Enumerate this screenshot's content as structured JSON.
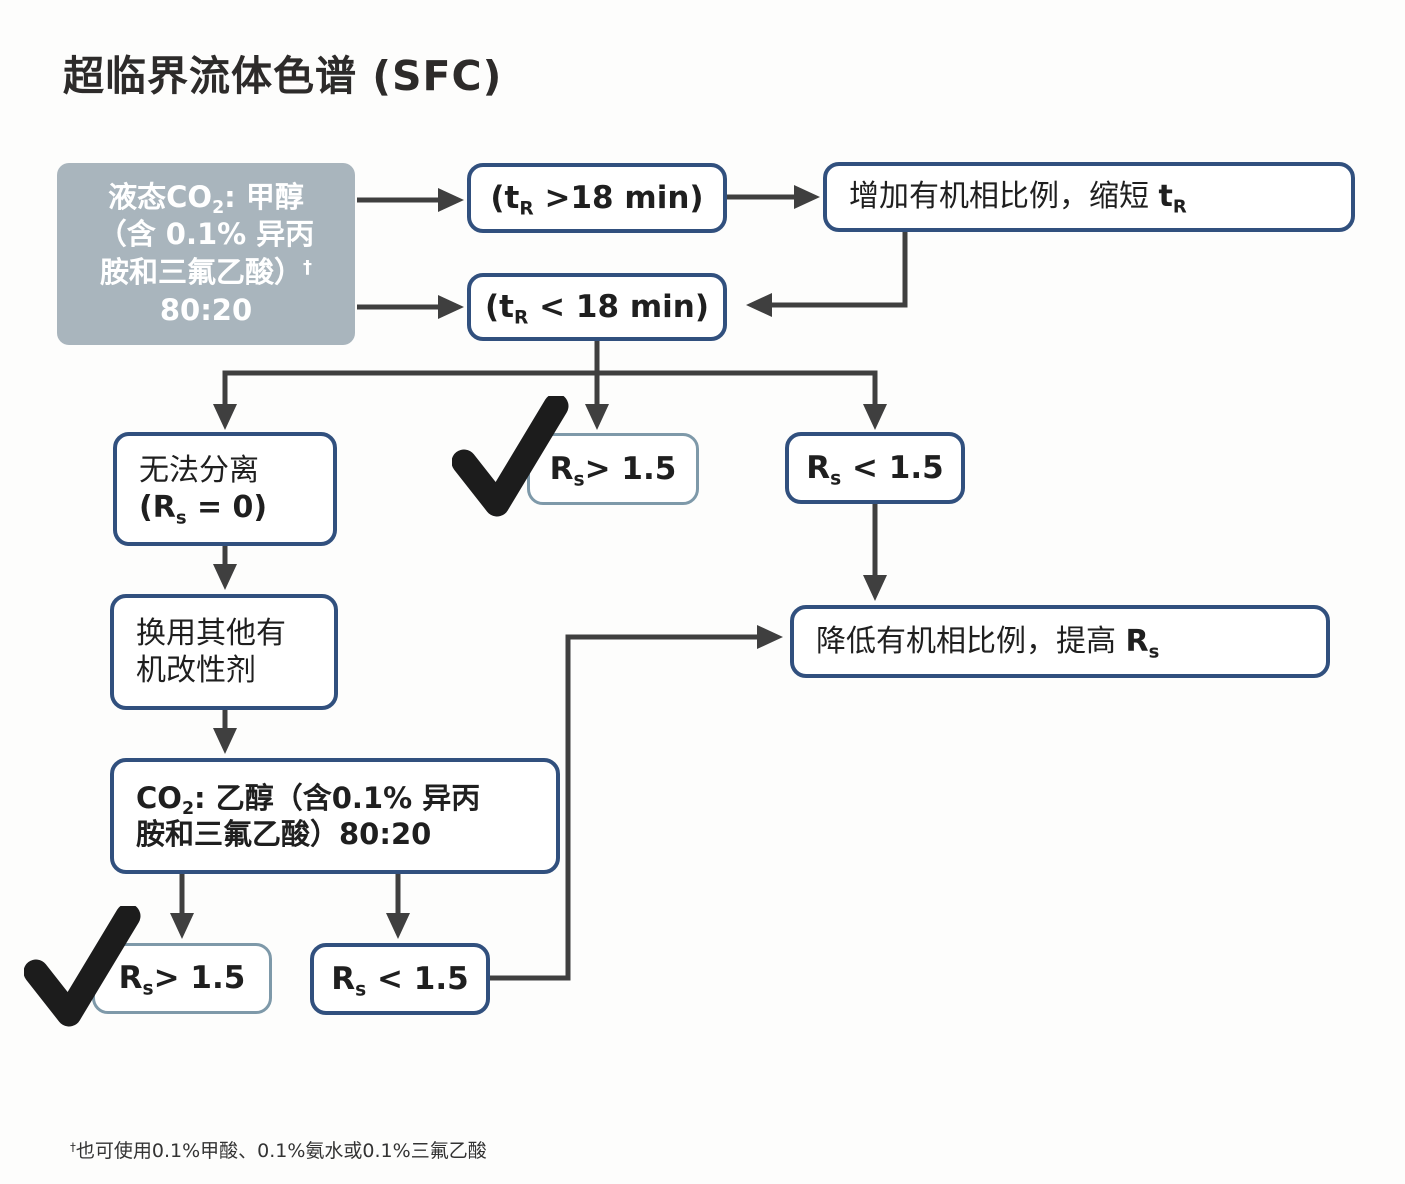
{
  "title": "超临界流体色谱 (SFC)",
  "colors": {
    "border_dark": "#31507e",
    "border_light": "#7e99a9",
    "start_fill": "#a9b5bd",
    "arrow": "#3f3f3f",
    "check": "#1c1c1c"
  },
  "nodes": {
    "start": {
      "l1a": "液态CO",
      "l1sub": "2",
      "l1b": ": 甲醇",
      "l2": "（含 0.1% 异丙",
      "l3": "胺和三氟乙酸）",
      "l3sup": "†",
      "l4": "80:20"
    },
    "tr_gt_18": {
      "pre": "(t",
      "sub": "R",
      "post": " >18 min)"
    },
    "increase_organic": {
      "text": "增加有机相比例，缩短 ",
      "t": "t",
      "sub": "R"
    },
    "tr_lt_18": {
      "pre": "(t",
      "sub": "R",
      "post": " < 18 min)"
    },
    "no_separation": {
      "l1": "无法分离",
      "l2pre": "(R",
      "l2sub": "s",
      "l2post": " = 0)"
    },
    "rs_ok_mid": {
      "pre": "R",
      "sub": "s",
      "post": "> 1.5"
    },
    "rs_low_right": {
      "pre": "R",
      "sub": "s",
      "post": " < 1.5"
    },
    "switch_modifier": {
      "l1": "换用其他有",
      "l2": "机改性剂"
    },
    "co2_ethanol": {
      "l1a": "CO",
      "l1sub": "2",
      "l1b": ": 乙醇（含0.1% 异丙",
      "l2": "胺和三氟乙酸）80:20"
    },
    "rs_ok_bottom": {
      "pre": "R",
      "sub": "s",
      "post": "> 1.5"
    },
    "rs_low_bottom": {
      "pre": "R",
      "sub": "s",
      "post": " < 1.5"
    },
    "decrease_organic": {
      "text": "降低有机相比例，提高 ",
      "r": "R",
      "sub": "s"
    }
  },
  "footnote": {
    "dagger": "†",
    "text": "也可使用0.1%甲酸、0.1%氨水或0.1%三氟乙酸"
  }
}
